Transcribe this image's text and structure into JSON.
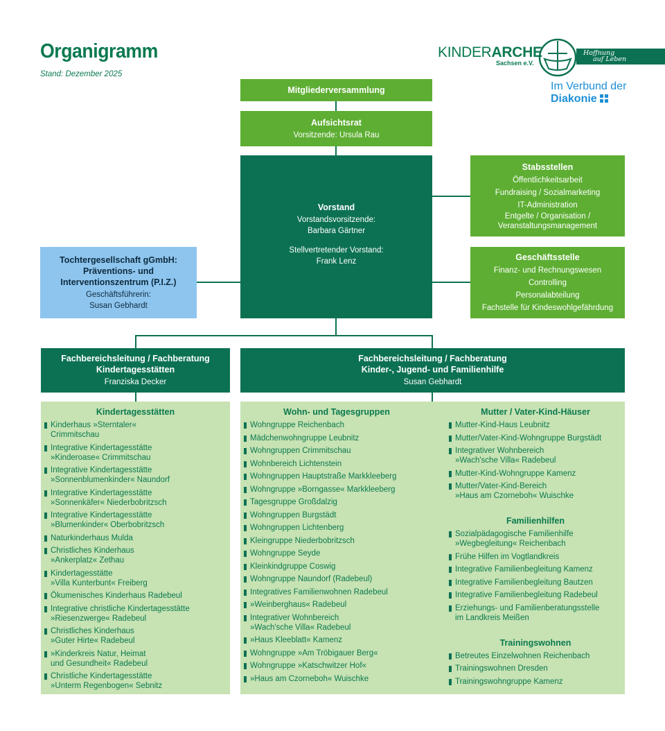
{
  "header": {
    "title": "Organigramm",
    "stand": "Stand: Dezember 2025"
  },
  "logo": {
    "name_light": "KINDER",
    "name_bold": "ARCHE",
    "sub": "Sachsen e.V.",
    "slogan_1": "Hoffnung",
    "slogan_2": "auf Leben",
    "diakonie_1": "Im Verbund der",
    "diakonie_2": "Diakonie"
  },
  "colors": {
    "dark_green": "#0c7153",
    "light_green": "#5dae32",
    "content_bg": "#c7e2b3",
    "blue": "#8ec5ee",
    "diakonie_blue": "#1e8fd6"
  },
  "mitglieder": {
    "title": "Mitgliederversammlung"
  },
  "aufsichtsrat": {
    "title": "Aufsichtsrat",
    "line": "Vorsitzende: Ursula Rau"
  },
  "vorstand": {
    "title": "Vorstand",
    "l1": "Vorstandsvorsitzende:",
    "l2": "Barbara Gärtner",
    "l3": "Stellvertretender Vorstand:",
    "l4": "Frank Lenz"
  },
  "stabsstellen": {
    "title": "Stabsstellen",
    "items": [
      "Öffentlichkeitsarbeit",
      "Fundraising / Sozialmarketing",
      "IT-Administration",
      "Entgelte / Organisation /",
      "Veranstaltungsmanagement"
    ]
  },
  "geschaeftsstelle": {
    "title": "Geschäftsstelle",
    "items": [
      "Finanz- und Rechnungswesen",
      "Controlling",
      "Personalabteilung",
      "Fachstelle für Kindeswohlgefährdung"
    ]
  },
  "tochter": {
    "t1": "Tochtergesellschaft gGmbH:",
    "t2": "Präventions- und",
    "t3": "Interventionszentrum (P.I.Z.)",
    "l1": "Geschäftsführerin:",
    "l2": "Susan Gebhardt"
  },
  "fb_kita": {
    "t1": "Fachbereichsleitung / Fachberatung",
    "t2": "Kindertagesstätten",
    "name": "Franziska Decker"
  },
  "fb_kjf": {
    "t1": "Fachbereichsleitung / Fachberatung",
    "t2": "Kinder-, Jugend- und Familienhilfe",
    "name": "Susan Gebhardt"
  },
  "kita": {
    "title": "Kindertagesstätten",
    "items": [
      [
        "Kinderhaus »Sterntaler«",
        "Crimmitschau"
      ],
      [
        "Integrative Kindertagesstätte",
        "»Kinderoase« Crimmitschau"
      ],
      [
        "Integrative Kindertagesstätte",
        "»Sonnenblumenkinder« Naundorf"
      ],
      [
        "Integrative Kindertagesstätte",
        "»Sonnenkäfer« Niederbobritzsch"
      ],
      [
        "Integrative Kindertagesstätte",
        "»Blumenkinder« Oberbobritzsch"
      ],
      [
        "Naturkinderhaus Mulda"
      ],
      [
        "Christliches Kinderhaus",
        "»Ankerplatz« Zethau"
      ],
      [
        "Kindertagesstätte",
        "»Villa Kunterbunt« Freiberg"
      ],
      [
        "Ökumenisches Kinderhaus Radebeul"
      ],
      [
        "Integrative christliche Kindertagesstätte",
        "»Riesenzwerge« Radebeul"
      ],
      [
        "Christliches Kinderhaus",
        "»Guter Hirte« Radebeul"
      ],
      [
        "»Kinderkreis Natur, Heimat",
        "und Gesundheit« Radebeul"
      ],
      [
        "Christliche Kindertagesstätte",
        "»Unterm Regenbogen« Sebnitz"
      ]
    ]
  },
  "wohn": {
    "title": "Wohn- und Tagesgruppen",
    "items": [
      [
        "Wohngruppe Reichenbach"
      ],
      [
        "Mädchenwohngruppe Leubnitz"
      ],
      [
        "Wohngruppen Crimmitschau"
      ],
      [
        "Wohnbereich Lichtenstein"
      ],
      [
        "Wohngruppen Hauptstraße Markkleeberg"
      ],
      [
        "Wohngruppe »Borngasse« Markkleeberg"
      ],
      [
        "Tagesgruppe Großdalzig"
      ],
      [
        "Wohngruppen Burgstädt"
      ],
      [
        "Wohngruppen Lichtenberg"
      ],
      [
        "Kleingruppe Niederbobritzsch"
      ],
      [
        "Wohngruppe Seyde"
      ],
      [
        "Kleinkindgruppe Coswig"
      ],
      [
        "Wohngruppe Naundorf (Radebeul)"
      ],
      [
        "Integratives Familienwohnen Radebeul"
      ],
      [
        "»Weinberghaus« Radebeul"
      ],
      [
        "Integrativer Wohnbereich",
        "»Wach'sche Villa« Radebeul"
      ],
      [
        "»Haus Kleeblatt« Kamenz"
      ],
      [
        "Wohngruppe »Am Tröbigauer Berg«"
      ],
      [
        "Wohngruppe »Katschwitzer Hof«"
      ],
      [
        "»Haus am Czorneboh« Wuischke"
      ]
    ]
  },
  "mutter": {
    "title": "Mutter / Vater-Kind-Häuser",
    "items": [
      [
        "Mutter-Kind-Haus Leubnitz"
      ],
      [
        "Mutter/Vater-Kind-Wohngruppe Burgstädt"
      ],
      [
        "Integrativer Wohnbereich",
        "»Wach'sche Villa« Radebeul"
      ],
      [
        "Mutter-Kind-Wohngruppe Kamenz"
      ],
      [
        "Mutter/Vater-Kind-Bereich",
        "»Haus am Czorneboh« Wuischke"
      ]
    ]
  },
  "familie": {
    "title": "Familienhilfen",
    "items": [
      [
        "Sozialpädagogische Familienhilfe",
        "»Wegbegleitung« Reichenbach"
      ],
      [
        "Frühe Hilfen im Vogtlandkreis"
      ],
      [
        "Integrative Familienbegleitung Kamenz"
      ],
      [
        "Integrative Familienbegleitung Bautzen"
      ],
      [
        "Integrative Familienbegleitung Radebeul"
      ],
      [
        "Erziehungs- und Familienberatungsstelle",
        "im Landkreis Meißen"
      ]
    ]
  },
  "training": {
    "title": "Trainingswohnen",
    "items": [
      [
        "Betreutes Einzelwohnen Reichenbach"
      ],
      [
        "Trainingswohnen Dresden"
      ],
      [
        "Trainingswohngruppe Kamenz"
      ]
    ]
  }
}
